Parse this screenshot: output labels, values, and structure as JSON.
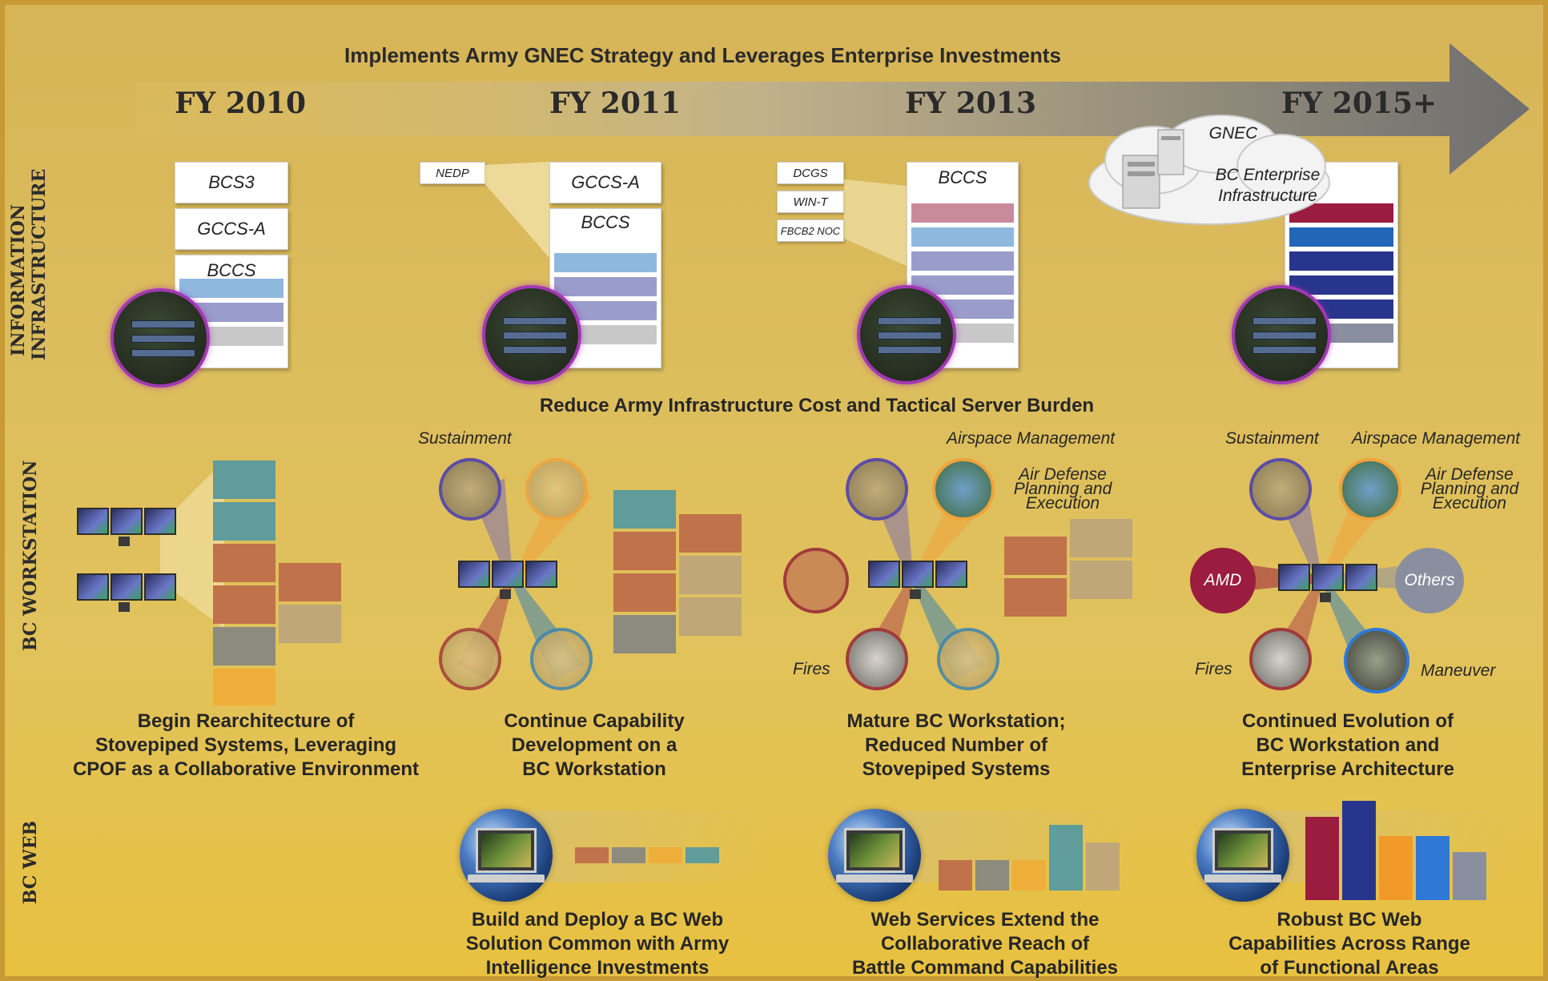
{
  "header": {
    "strategy_text": "Implements Army GNEC Strategy and Leverages Enterprise Investments",
    "years": [
      "FY 2010",
      "FY 2011",
      "FY 2013",
      "FY 2015+"
    ]
  },
  "row_labels": {
    "info_line1": "INFORMATION",
    "info_line2": "INFRASTRUCTURE",
    "workstation": "BC WORKSTATION",
    "web": "BC WEB"
  },
  "infrastructure": {
    "fy2010": {
      "cards": [
        "BCS3",
        "GCCS-A",
        "BCCS"
      ]
    },
    "fy2011": {
      "tag": "NEDP",
      "cards": [
        "GCCS-A",
        "BCCS"
      ]
    },
    "fy2013": {
      "tags": [
        "DCGS",
        "WIN-T",
        "FBCB2 NOC"
      ],
      "card": "BCCS"
    },
    "fy2015": {
      "cloud_top": "GNEC",
      "cloud_line1": "BC Enterprise",
      "cloud_line2": "Infrastructure"
    },
    "caption": "Reduce Army Infrastructure Cost and Tactical Server Burden"
  },
  "workstation": {
    "labels": {
      "sustainment": "Sustainment",
      "airspace": "Airspace Management",
      "air_defense_1": "Air Defense",
      "air_defense_2": "Planning and",
      "air_defense_3": "Execution",
      "fires": "Fires",
      "amd": "AMD",
      "others": "Others",
      "maneuver": "Maneuver"
    },
    "captions": {
      "fy2010": [
        "Begin Rearchitecture of",
        "Stovepiped Systems, Leveraging",
        "CPOF as a Collaborative Environment"
      ],
      "fy2011": [
        "Continue Capability",
        "Development on a",
        "BC Workstation"
      ],
      "fy2013": [
        "Mature BC Workstation;",
        "Reduced Number of",
        "Stovepiped Systems"
      ],
      "fy2015": [
        "Continued Evolution of",
        "BC Workstation and",
        "Enterprise Architecture"
      ]
    }
  },
  "web": {
    "captions": {
      "fy2011": [
        "Build and Deploy a BC Web",
        "Solution Common with Army",
        "Intelligence Investments"
      ],
      "fy2013": [
        "Web Services Extend the",
        "Collaborative Reach of",
        "Battle Command Capabilities"
      ],
      "fy2015": [
        "Robust BC Web",
        "Capabilities Across Range",
        "of Functional Areas"
      ]
    }
  },
  "colors": {
    "teal": "#5f9c9a",
    "rust": "#c0724a",
    "gray": "#8d8a7e",
    "orange": "#efae3a",
    "rose": "#c98a9c",
    "light_blue": "#8fb8df",
    "lavender": "#9a9ccb",
    "crimson": "#9a1c3e",
    "royal_blue": "#2266b8",
    "navy": "#27368c",
    "bright_orange": "#f19a2a",
    "cobalt": "#2f78d6",
    "slate": "#8a8f9f",
    "server_ring": "#a238b3"
  }
}
